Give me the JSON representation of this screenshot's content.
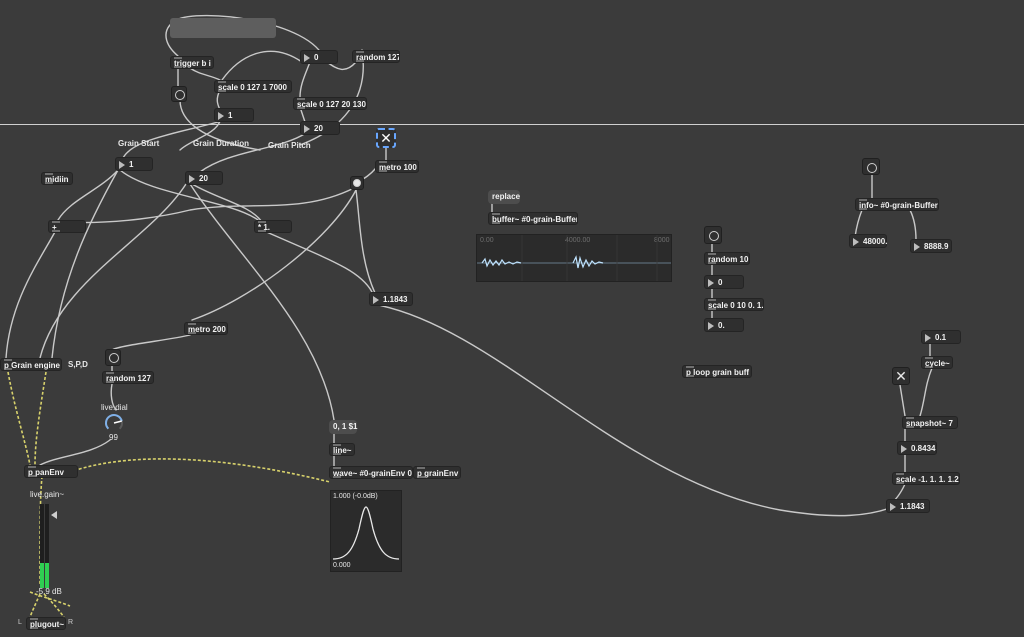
{
  "patch": {
    "top": {
      "trigger": "trigger b i",
      "scale_start": "scale 0 127 1 7000",
      "scale_dur": "scale 0 127 20 130",
      "random_top": "random 127",
      "num_zero": "0",
      "num_one": "1",
      "num_twenty": "20"
    },
    "labels": {
      "grain_start": "Grain Start",
      "grain_duration": "Grain Duration",
      "grain_pitch": "Grain Pitch"
    },
    "engine": {
      "midiin": "midiin",
      "num1": "1",
      "num20": "20",
      "plus": "+",
      "times": "* 1.",
      "metro100": "metro 100",
      "toggle_x": "✕",
      "pitch_val": "1.1843",
      "metro200": "metro 200",
      "random127": "random 127",
      "p_grain_engine": "p Grain engine",
      "spd": "S,P,D",
      "dial_label": "live.dial",
      "dial_value": "99",
      "dial_amount": 0.78,
      "msg_line": "0, 1 $1",
      "line": "line~",
      "wave": "wave~ #0-grainEnv 0.",
      "p_grainenv": "p grainEnv",
      "env_top": "1.000 (-0.0dB)",
      "env_bottom": "0.000",
      "p_panenv": "p panEnv",
      "gain_label": "live.gain~",
      "gain_db": "-5.9 dB",
      "meter_left_level": 0.3,
      "meter_right_level": 0.3,
      "plugout": "plugout~",
      "lr_l": "L",
      "lr_r": "R"
    },
    "buffer": {
      "replace_msg": "replace",
      "buffer_obj": "buffer~ #0-grain-Buffer",
      "wf_ticks": [
        "0.00",
        "4000.00",
        "8000"
      ]
    },
    "random10": {
      "random": "random 10",
      "num0": "0",
      "scale": "scale 0 10 0. 1.",
      "num_f": "0."
    },
    "info": {
      "obj": "info~ #0-grain-Buffer",
      "sr": "48000.",
      "len": "8888.9"
    },
    "loop": {
      "p_loop": "p loop grain buff"
    },
    "lfo": {
      "num01": "0.1",
      "cycle": "cycle~",
      "snapshot": "snapshot~ 7",
      "val": "0.8434",
      "scale": "scale -1. 1. 1. 1.2",
      "out": "1.1843"
    },
    "colors": {
      "background": "#3b3b3b",
      "object": "#2f2f2f",
      "cord": "#c9c9c9",
      "signal_cord": "#d8d26c",
      "meter": "#2fcf52",
      "selection": "#69a7ff"
    }
  }
}
